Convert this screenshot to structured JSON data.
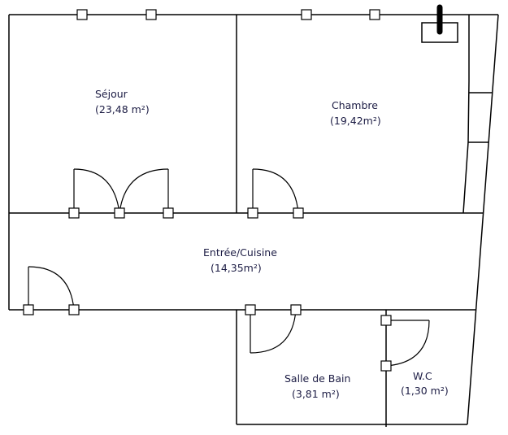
{
  "rooms": {
    "sejour": {
      "name": "Séjour",
      "area": "(23,48 m²)"
    },
    "chambre": {
      "name": "Chambre",
      "area": "(19,42m²)"
    },
    "entree": {
      "name": "Entrée/Cuisine",
      "area": "(14,35m²)"
    },
    "salle_de_bain": {
      "name": "Salle de Bain",
      "area": "(3,81 m²)"
    },
    "wc": {
      "name": "W.C",
      "area": "(1,30 m²)"
    }
  },
  "colors": {
    "wall": "#000000",
    "label": "#1c1c44"
  }
}
